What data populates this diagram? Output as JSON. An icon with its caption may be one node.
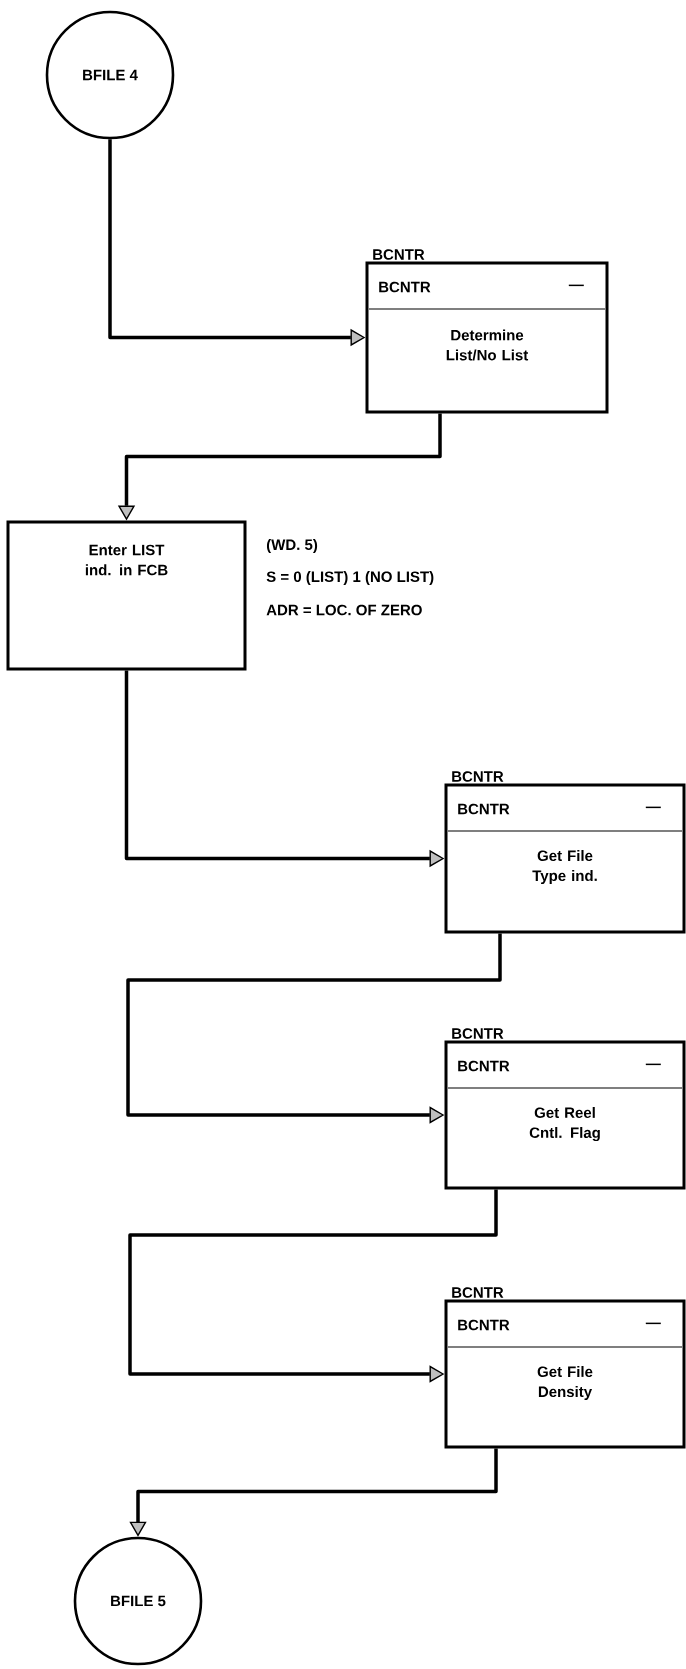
{
  "diagram": {
    "nodes": [
      {
        "text": [
          "BFILE 4"
        ]
      },
      {
        "text": [
          "BCNTR",
          "BCNTR",
          "—",
          "Determine List/No List"
        ]
      },
      {
        "text": [
          "Enter LIST ind. in FCB"
        ],
        "beside": [
          "(WD. 5)",
          "S = 0 (LIST) 1 (NO LIST)",
          "ADR = LOC. OF ZERO"
        ]
      },
      {
        "text": [
          "BCNTR",
          "BCNTR",
          "—",
          "Get File Type ind."
        ]
      },
      {
        "text": [
          "BCNTR",
          "BCNTR",
          "—",
          "Get Reel Cntl. Flag"
        ]
      },
      {
        "text": [
          "BCNTR",
          "BCNTR",
          "—",
          "Get File Density"
        ]
      },
      {
        "text": [
          "BFILE 5"
        ]
      }
    ],
    "edges": [
      {
        "from": 0,
        "to": 1,
        "arrow": "to"
      },
      {
        "from": 1,
        "to": 2,
        "arrow": "to"
      },
      {
        "from": 2,
        "to": 3,
        "arrow": "to"
      },
      {
        "from": 3,
        "to": 4,
        "arrow": "to"
      },
      {
        "from": 4,
        "to": 5,
        "arrow": "to"
      },
      {
        "from": 5,
        "to": 6,
        "arrow": "to"
      }
    ]
  }
}
